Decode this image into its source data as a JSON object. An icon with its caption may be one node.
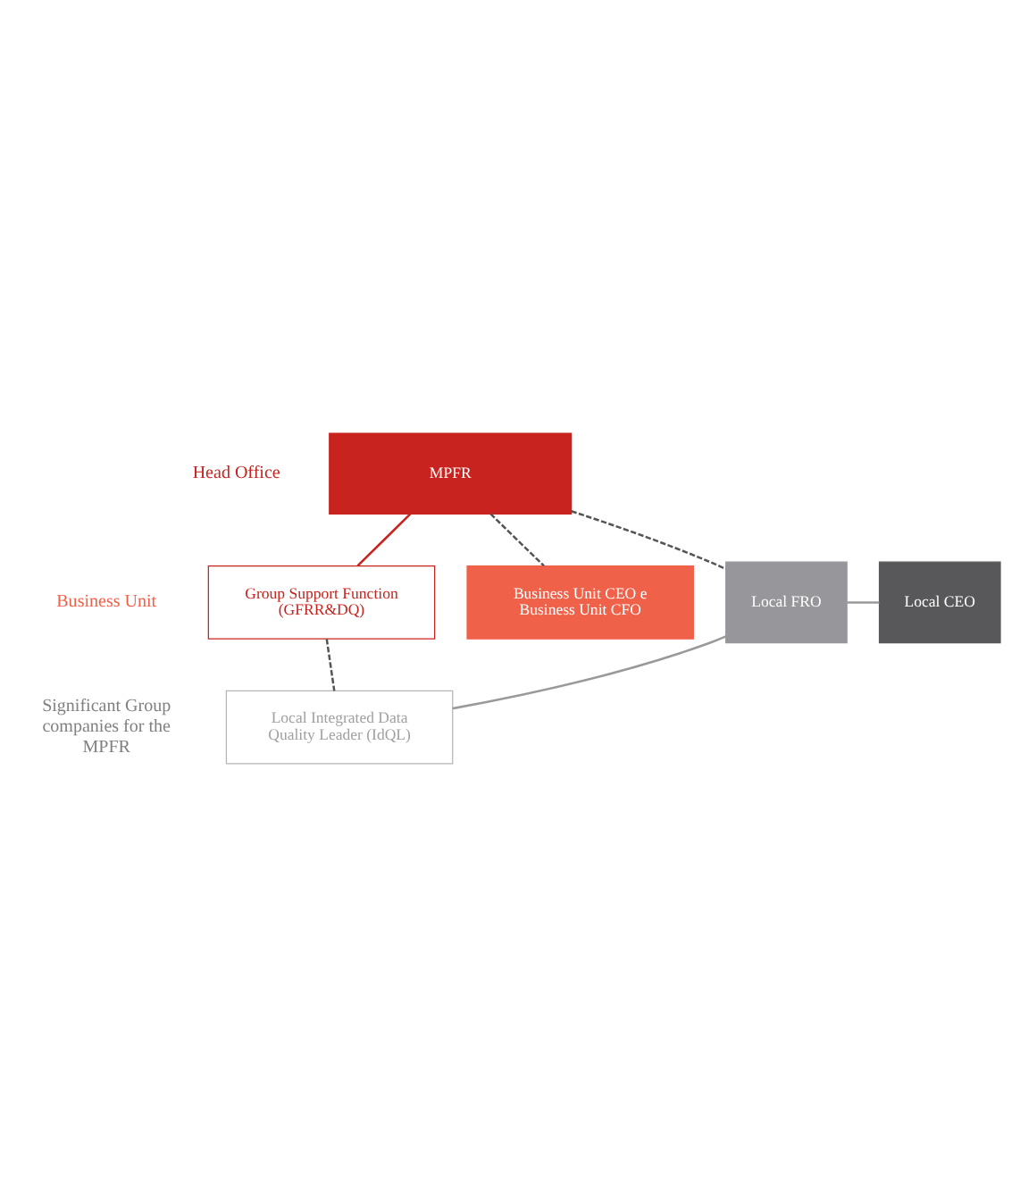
{
  "diagram": {
    "nodes": [
      {
        "text": [
          "MPFR"
        ]
      },
      {
        "text": [
          "Group Support Function (GFRR&DQ)"
        ]
      },
      {
        "text": [
          "Business Unit CEO e Business Unit CFO"
        ]
      },
      {
        "text": [
          "Local CEO"
        ]
      },
      {
        "text": [
          "Local FRO"
        ]
      },
      {
        "text": [
          "Local Integrated Data Quality Leader (IdQL)"
        ]
      }
    ],
    "edges": [
      {
        "from": 0,
        "to": 1,
        "arrow": "none",
        "color": "#c8231e"
      },
      {
        "from": 0,
        "to": 2,
        "arrow": "none",
        "style": "dashed",
        "color": "#555555"
      },
      {
        "from": 0,
        "to": 4,
        "arrow": "none",
        "style": "dashed",
        "color": "#555555"
      },
      {
        "from": 1,
        "to": 5,
        "arrow": "none",
        "style": "dashed",
        "color": "#555555"
      },
      {
        "from": 3,
        "to": 4,
        "arrow": "none",
        "color": "#999999"
      },
      {
        "from": 4,
        "to": 5,
        "arrow": "none",
        "color": "#999999"
      }
    ],
    "labels": [
      "Head Office",
      "Business Unit",
      "Significant Group companies for the MPFR"
    ]
  }
}
